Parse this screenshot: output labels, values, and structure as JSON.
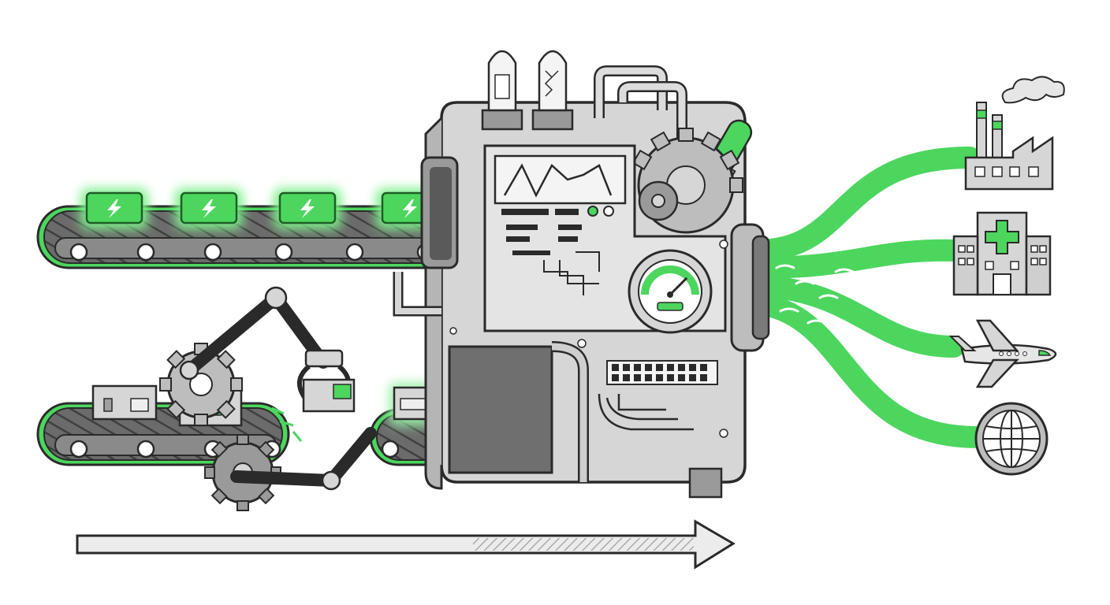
{
  "colors": {
    "accent": "#4cd65e",
    "accent_dark": "#2e9e3c",
    "accent_glow": "#9af0a6",
    "ink": "#2a2a2a",
    "metal": "#d6d6d6",
    "metal_dark": "#9a9a9a",
    "metal_light": "#ececec",
    "belt": "#5a5a5a",
    "paper": "#ffffff"
  },
  "upper_conveyor": {
    "battery_count": 4,
    "item_icon": "lightning-icon"
  },
  "lower_conveyor": {
    "box_count": 4,
    "item_icon": "package-icon"
  },
  "outputs": [
    "factory-icon",
    "hospital-icon",
    "airplane-icon",
    "globe-icon"
  ],
  "machine": {
    "gauge_level": 0.75,
    "display_icon": "waveform-icon"
  },
  "direction_icon": "arrow-right-icon"
}
